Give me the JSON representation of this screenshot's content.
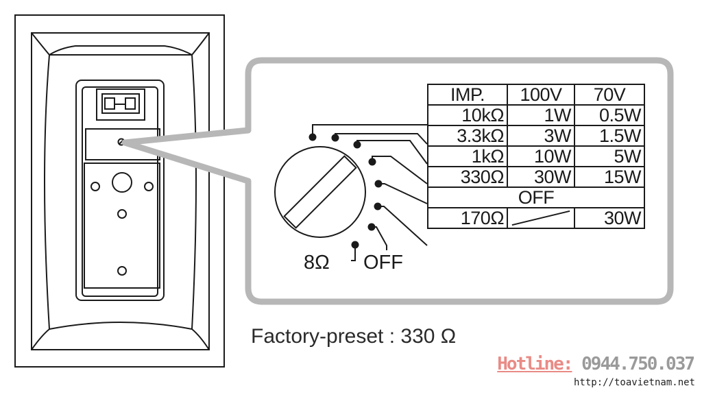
{
  "table": {
    "headers": [
      "IMP.",
      "100V",
      "70V"
    ],
    "rows": [
      [
        "10kΩ",
        "1W",
        "0.5W"
      ],
      [
        "3.3kΩ",
        "3W",
        "1.5W"
      ],
      [
        "1kΩ",
        "10W",
        "5W"
      ],
      [
        "330Ω",
        "30W",
        "15W"
      ]
    ],
    "off_row": "OFF",
    "last_row": {
      "imp": "170Ω",
      "w70": "30W"
    }
  },
  "selector_labels": {
    "eight_ohm": "8Ω",
    "off": "OFF"
  },
  "factory_preset": "Factory-preset : 330 Ω",
  "hotline": {
    "label": "Hotline:",
    "number": "0944.750.037"
  },
  "website": "http://toavietnam.net"
}
